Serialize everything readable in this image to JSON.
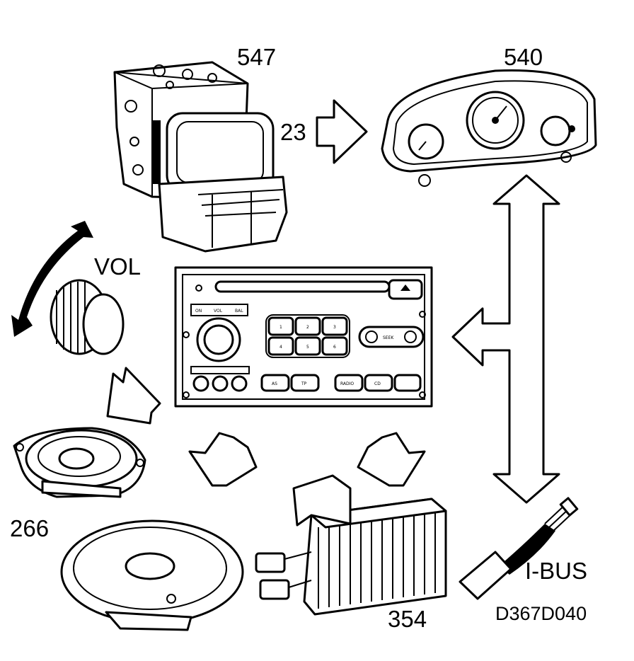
{
  "labels": {
    "abs_module": "547",
    "connection": "23",
    "instrument_cluster": "540",
    "volume_knob": "VOL",
    "speakers": "266",
    "amplifier": "354",
    "bus": "I-BUS",
    "drawing_id": "D367D040"
  },
  "radio_panel": {
    "left_top_labels": [
      "ON",
      "VOL",
      "BAL"
    ],
    "presets": [
      "1",
      "2",
      "3",
      "4",
      "5",
      "6"
    ],
    "seek_label": "SEEK",
    "bottom_buttons": [
      "AS",
      "TP",
      "RADIO",
      "CD"
    ]
  }
}
